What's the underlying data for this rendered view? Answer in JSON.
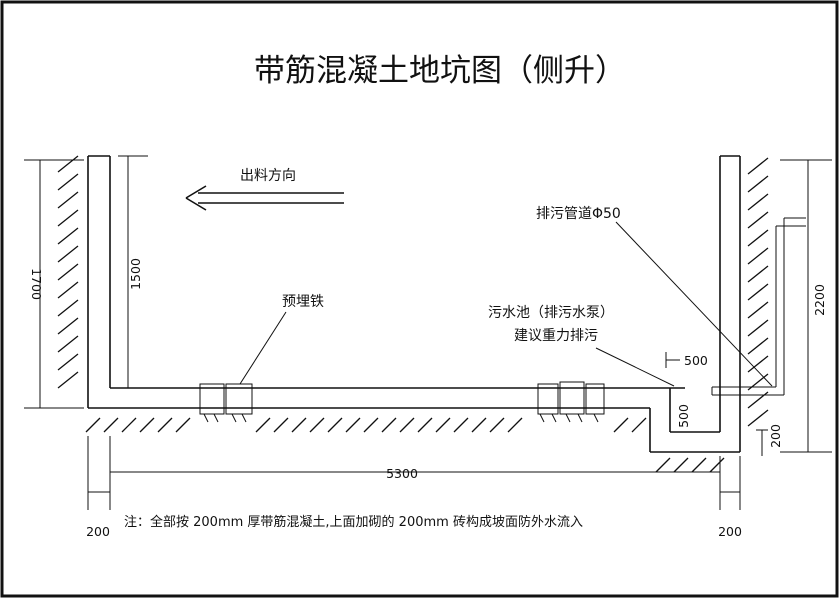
{
  "title": "带筋混凝土地坑图（侧升）",
  "labels": {
    "discharge_direction": "出料方向",
    "drain_pipe": "排污管道Φ50",
    "embedded_iron": "预埋铁",
    "sewage_pit": "污水池（排污水泵）",
    "gravity_drain": "建议重力排污"
  },
  "dimensions": {
    "left_height": "1700",
    "inner_height": "1500",
    "right_height": "2200",
    "pit_width": "500",
    "pit_depth": "500",
    "pit_bottom": "200",
    "span": "5300",
    "wall_left": "200",
    "wall_right": "200"
  },
  "note": "注：全部按 200mm 厚带筋混凝土,上面加砌的 200mm 砖构成坡面防外水流入"
}
